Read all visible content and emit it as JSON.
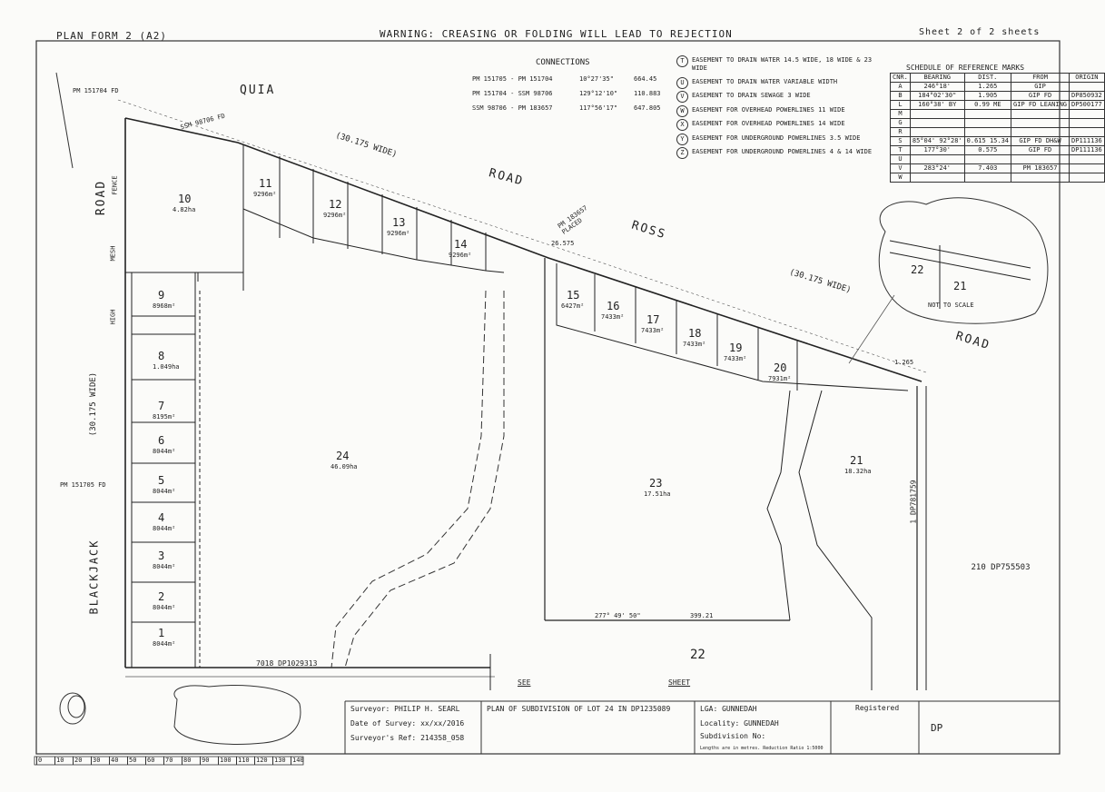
{
  "header": {
    "form": "PLAN FORM 2 (A2)",
    "warning": "WARNING: CREASING OR FOLDING WILL LEAD TO REJECTION",
    "sheet": "Sheet 2 of 2 sheets"
  },
  "connections": {
    "title": "CONNECTIONS",
    "rows": [
      {
        "from": "PM 151705 - PM 151704",
        "bearing": "10°27'35\"",
        "dist": "664.45"
      },
      {
        "from": "PM 151704 - SSM 98706",
        "bearing": "129°12'10\"",
        "dist": "110.883"
      },
      {
        "from": "SSM 98706 - PM 183657",
        "bearing": "117°56'17\"",
        "dist": "647.805"
      }
    ]
  },
  "easements": [
    {
      "key": "T",
      "text": "EASEMENT TO DRAIN WATER 14.5 WIDE, 18 WIDE & 23 WIDE"
    },
    {
      "key": "U",
      "text": "EASEMENT TO DRAIN WATER VARIABLE WIDTH"
    },
    {
      "key": "V",
      "text": "EASEMENT TO DRAIN SEWAGE 3 WIDE"
    },
    {
      "key": "W",
      "text": "EASEMENT FOR OVERHEAD POWERLINES 11 WIDE"
    },
    {
      "key": "X",
      "text": "EASEMENT FOR OVERHEAD POWERLINES 14 WIDE"
    },
    {
      "key": "Y",
      "text": "EASEMENT FOR UNDERGROUND POWERLINES 3.5 WIDE"
    },
    {
      "key": "Z",
      "text": "EASEMENT FOR UNDERGROUND POWERLINES 4 & 14 WIDE"
    }
  ],
  "schedule": {
    "title": "SCHEDULE OF REFERENCE MARKS",
    "columns": [
      "CNR.",
      "BEARING",
      "DIST.",
      "FROM",
      "ORIGIN"
    ],
    "rows": [
      [
        "A",
        "246°18'",
        "1.265",
        "GIP",
        ""
      ],
      [
        "B",
        "184°02'30\"",
        "1.905",
        "GIP FD",
        "DP850932"
      ],
      [
        "L",
        "160°38' BY",
        "0.99 ME",
        "GIP FD LEANING",
        "DP500177"
      ],
      [
        "M",
        "",
        "",
        "",
        ""
      ],
      [
        "G",
        "",
        "",
        "",
        ""
      ],
      [
        "R",
        "",
        "",
        "",
        ""
      ],
      [
        "S",
        "85°04' 92°28'",
        "0.615 15.34",
        "GIP FD DH&W",
        "DP111136"
      ],
      [
        "T",
        "177°30'",
        "0.575",
        "GIP FD",
        "DP111136"
      ],
      [
        "U",
        "",
        "",
        "",
        ""
      ],
      [
        "V",
        "283°24'",
        "7.403",
        "PM 183657",
        ""
      ],
      [
        "W",
        "",
        "",
        "",
        ""
      ]
    ]
  },
  "roads": {
    "quia": "QUIA",
    "road1": "ROAD",
    "road_w_left": "ROAD",
    "ross": "ROSS",
    "road2": "ROAD",
    "road3": "ROAD",
    "wide1": "(30.175 WIDE)",
    "wide2": "(30.175 WIDE)",
    "wide3": "(30.175 WIDE)",
    "blackjack": "BLACKJACK",
    "high": "HIGH",
    "mesh": "MESH",
    "fence": "FENCE"
  },
  "lots": [
    {
      "num": "10",
      "area": "4.82ha"
    },
    {
      "num": "11",
      "area": "9296m²"
    },
    {
      "num": "12",
      "area": "9296m²"
    },
    {
      "num": "13",
      "area": "9296m²"
    },
    {
      "num": "14",
      "area": "9296m²"
    },
    {
      "num": "15",
      "area": "6427m²"
    },
    {
      "num": "16",
      "area": "7433m²"
    },
    {
      "num": "17",
      "area": "7433m²"
    },
    {
      "num": "18",
      "area": "7433m²"
    },
    {
      "num": "19",
      "area": "7433m²"
    },
    {
      "num": "20",
      "area": "7931m²"
    },
    {
      "num": "9",
      "area": "8968m²"
    },
    {
      "num": "8",
      "area": "1.049ha"
    },
    {
      "num": "7",
      "area": "8195m²"
    },
    {
      "num": "6",
      "area": "8044m²"
    },
    {
      "num": "5",
      "area": "8044m²"
    },
    {
      "num": "4",
      "area": "8044m²"
    },
    {
      "num": "3",
      "area": "8044m²"
    },
    {
      "num": "2",
      "area": "8044m²"
    },
    {
      "num": "1",
      "area": "8044m²"
    },
    {
      "num": "24",
      "area": "46.09ha"
    },
    {
      "num": "23",
      "area": "17.51ha"
    },
    {
      "num": "21",
      "area": "18.32ha"
    },
    {
      "num": "22",
      "area": ""
    }
  ],
  "misc_labels": {
    "pm151704": "PM 151704 FD",
    "ssm": "SSM 98706 FD",
    "pm151705": "PM 151705 FD",
    "pm183657": "PM 183657 PLACED",
    "dp1": "7018 DP1029313",
    "dp2": "210 DP755503",
    "dp3": "1 DP781759",
    "see": "SEE",
    "sheet": "SHEET",
    "inset_22": "22",
    "inset_21": "21",
    "nts": "NOT TO SCALE",
    "bearing_bottom": "277° 49' 50\"",
    "dist_bottom": "399.21",
    "dist_a": "1.265",
    "dist_b": "26.575"
  },
  "title_block": {
    "surveyor": "Surveyor: PHILIP H. SEARL",
    "date": "Date of Survey: xx/xx/2016",
    "ref": "Surveyor's Ref: 214358_058",
    "plan": "PLAN OF SUBDIVISION OF LOT 24 IN DP1235089",
    "lga": "LGA: GUNNEDAH",
    "locality": "Locality: GUNNEDAH",
    "subdivision": "Subdivision No:",
    "lengths": "Lengths are in metres. Reduction Ratio 1:5000",
    "registered": "Registered",
    "dp": "DP"
  },
  "scale_bar": [
    "0",
    "10",
    "20",
    "30",
    "40",
    "50",
    "60",
    "70",
    "80",
    "90",
    "100",
    "110",
    "120",
    "130",
    "140"
  ]
}
